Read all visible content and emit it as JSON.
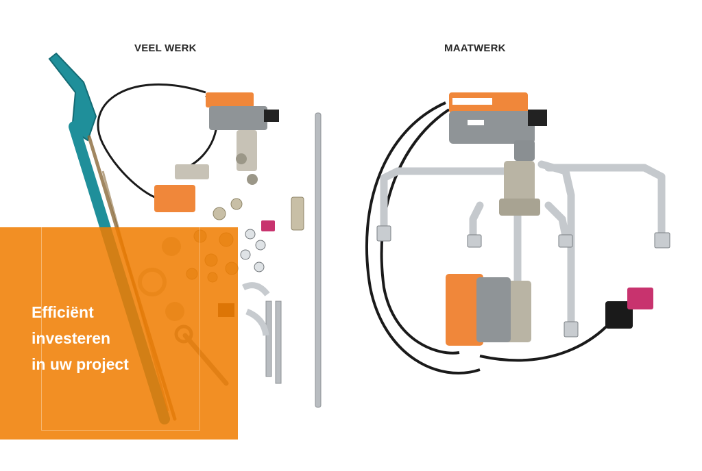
{
  "left_panel": {
    "heading": "VEEL WERK"
  },
  "right_panel": {
    "heading": "MAATWERK"
  },
  "banner": {
    "lines": [
      "Efficiënt",
      "investeren",
      "in uw project"
    ]
  },
  "colors": {
    "orange": "#f07d00",
    "actuator_orange": "#f0873a",
    "steel": "#b8bcc0",
    "wrench_teal": "#1f8f9a",
    "cable": "#1a1a1a",
    "connector_pink": "#c8336e"
  }
}
